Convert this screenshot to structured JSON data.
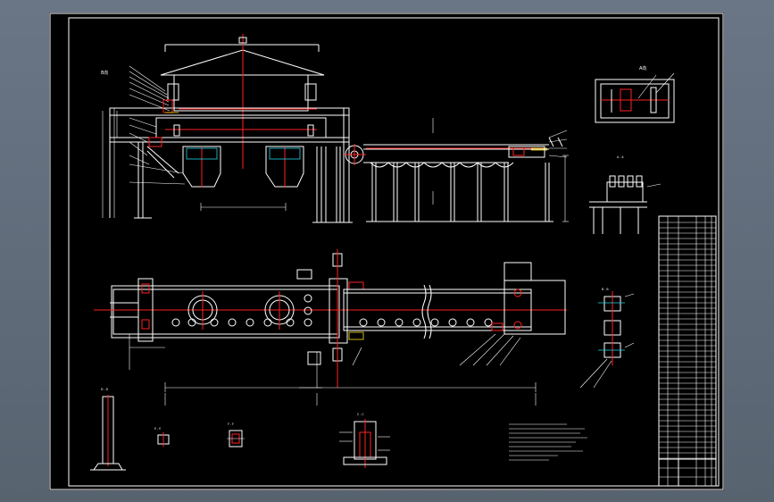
{
  "drawing": {
    "title": "",
    "section_labels": {
      "detail_top_right": "A向",
      "view_dd": "D - D",
      "view_aa": "A - A",
      "view_bb": "B - B",
      "view_ee": "E - E",
      "view_cc": "C - C",
      "view_ff": "F - F",
      "view_top_left": "B向"
    },
    "colors": {
      "background": "#000000",
      "frame": "#ffffff",
      "centerline": "#ff2020",
      "accent": "#21d4e6",
      "highlight": "#ffe000",
      "hatch": "#38e05a"
    }
  }
}
